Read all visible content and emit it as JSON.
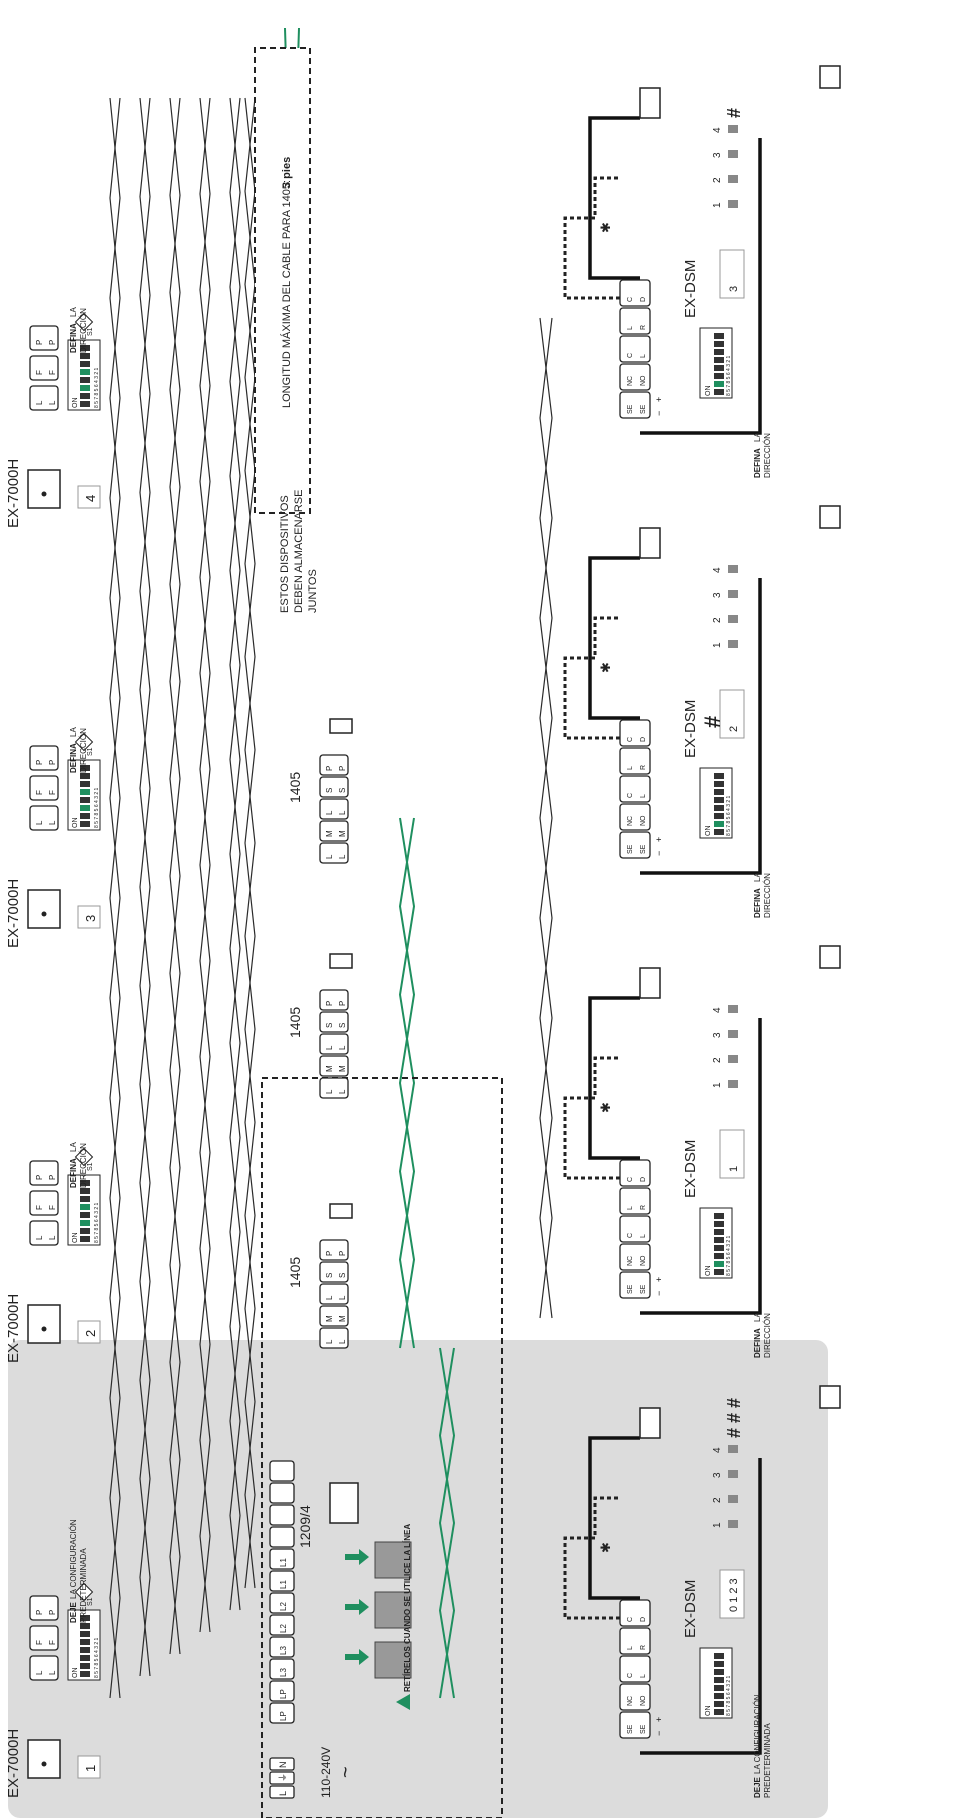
{
  "colors": {
    "wire": "#2b2b2b",
    "accent": "#1f8f5f",
    "shade": "#dcdcdc",
    "box": "#f2f2f2"
  },
  "monitors": [
    {
      "model": "EX-7000H",
      "number": "1",
      "note_bold": "DEJE",
      "note_rest": " LA CONFIGURACIÓN",
      "note_line2": "PREDETERMINADA"
    },
    {
      "model": "EX-7000H",
      "number": "2",
      "note_bold": "DEFINA",
      "note_rest": " LA",
      "note_line2": "DIRECCIÓN"
    },
    {
      "model": "EX-7000H",
      "number": "3",
      "note_bold": "DEFINA",
      "note_rest": " LA",
      "note_line2": "DIRECCIÓN"
    },
    {
      "model": "EX-7000H",
      "number": "4",
      "note_bold": "DEFINA",
      "note_rest": " LA",
      "note_line2": "DIRECCIÓN"
    }
  ],
  "monitor_terminals": [
    "L",
    "L",
    "F",
    "F",
    "P",
    "P"
  ],
  "dip": {
    "on": "ON",
    "s1": "S1",
    "nums": "8 5 7 8 5 6 4 3 2 1"
  },
  "cable_note": {
    "text": "LONGITUD MÁXIMA DEL CABLE PARA 1405:",
    "value": "3 pies"
  },
  "storage_note": [
    "ESTOS DISPOSITIVOS",
    "DEBEN ALMACENARSE",
    "JUNTOS"
  ],
  "controller": {
    "label": "1209/4",
    "power_terminals": [
      "L",
      "⏚",
      "N"
    ],
    "voltage": "110-240V",
    "ac": "~",
    "terminals": [
      "LP",
      "LP",
      "L3",
      "L3",
      "L2",
      "L2",
      "L1",
      "L1"
    ],
    "warning": "RETÍRELOS CUANDO SE UTILICE LA LÍNEA"
  },
  "modules": [
    {
      "label": "1405",
      "terminals": [
        "L",
        "L",
        "M",
        "M",
        "L",
        "L",
        "S",
        "S",
        "P",
        "P"
      ]
    },
    {
      "label": "1405",
      "terminals": [
        "L",
        "L",
        "M",
        "M",
        "L",
        "L",
        "S",
        "S",
        "P",
        "P"
      ]
    },
    {
      "label": "1405",
      "terminals": [
        "L",
        "L",
        "M",
        "M",
        "L",
        "L",
        "S",
        "S",
        "P",
        "P"
      ]
    }
  ],
  "door_stations": [
    {
      "model": "EX-DSM",
      "number": "0 1 2 3",
      "note_bold": "DEJE",
      "note_rest": " LA CONFIGURACIÓN",
      "note_line2": "PREDETERMINADA",
      "marks": "# # #"
    },
    {
      "model": "EX-DSM",
      "number": "1",
      "note_bold": "DEFINA",
      "note_rest": " LA",
      "note_line2": "DIRECCIÓN",
      "marks": ""
    },
    {
      "model": "EX-DSM",
      "number": "2",
      "note_bold": "DEFINA",
      "note_rest": " LA",
      "note_line2": "DIRECCIÓN",
      "marks": ""
    },
    {
      "model": "EX-DSM",
      "number": "3",
      "note_bold": "DEFINA",
      "note_rest": " LA",
      "note_line2": "DIRECCIÓN",
      "marks": "#"
    }
  ],
  "ds_terminals": [
    "SE",
    "SE",
    "NC",
    "NO",
    "C",
    "L",
    "L",
    "R",
    "C",
    "D"
  ],
  "ds_polarity": [
    "−",
    "+"
  ],
  "switch_rows": [
    "1",
    "2",
    "3",
    "4"
  ],
  "hash": "#",
  "asterisk": "✱"
}
